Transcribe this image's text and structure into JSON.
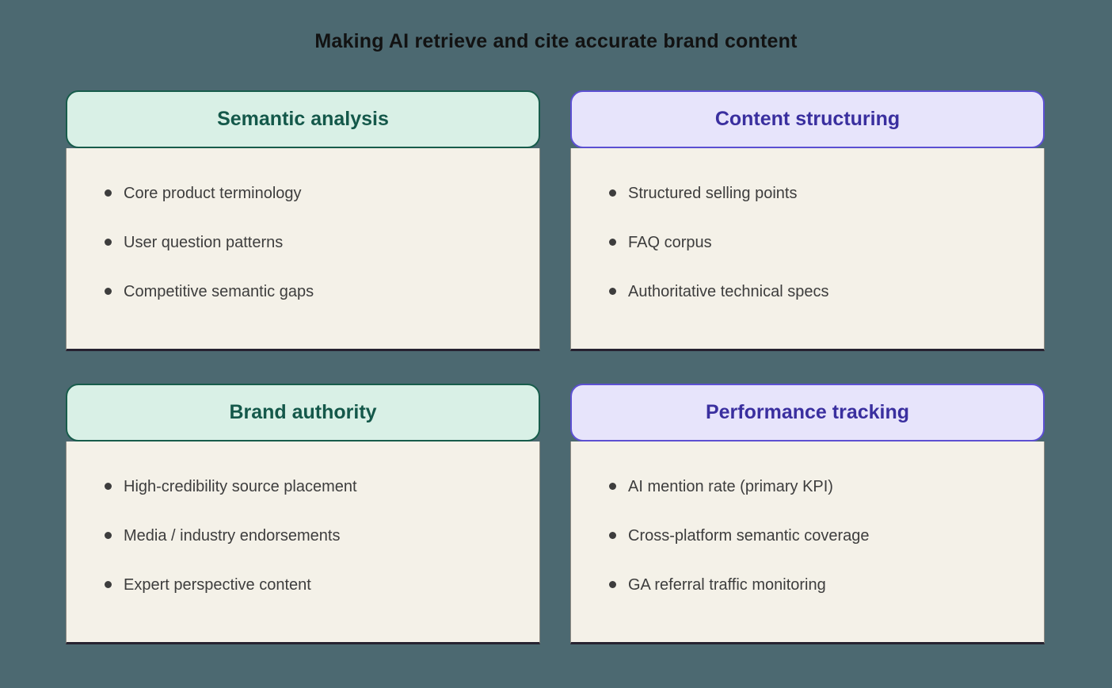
{
  "page": {
    "background_color": "#4c6971",
    "title": "Making AI retrieve and cite accurate brand content",
    "title_color": "#121212"
  },
  "themes": {
    "green": {
      "header_bg": "#d9f0e6",
      "header_border": "#175c4b",
      "header_text": "#14584a"
    },
    "purple": {
      "header_bg": "#e7e4fb",
      "header_border": "#5c50d2",
      "header_text": "#3a2f9f"
    }
  },
  "body_style": {
    "background": "#f4f1e8",
    "bullet_text_color": "#3d3d3d",
    "bottom_edge_color": "#262230"
  },
  "cards": [
    {
      "title": "Semantic analysis",
      "theme": "green",
      "items": [
        "Core product terminology",
        "User question patterns",
        "Competitive semantic gaps"
      ]
    },
    {
      "title": "Content structuring",
      "theme": "purple",
      "items": [
        "Structured selling points",
        "FAQ corpus",
        "Authoritative technical specs"
      ]
    },
    {
      "title": "Brand authority",
      "theme": "green",
      "items": [
        "High-credibility source placement",
        "Media / industry endorsements",
        "Expert perspective content"
      ]
    },
    {
      "title": "Performance tracking",
      "theme": "purple",
      "items": [
        "AI mention rate (primary KPI)",
        "Cross-platform semantic coverage",
        "GA referral traffic monitoring"
      ]
    }
  ]
}
